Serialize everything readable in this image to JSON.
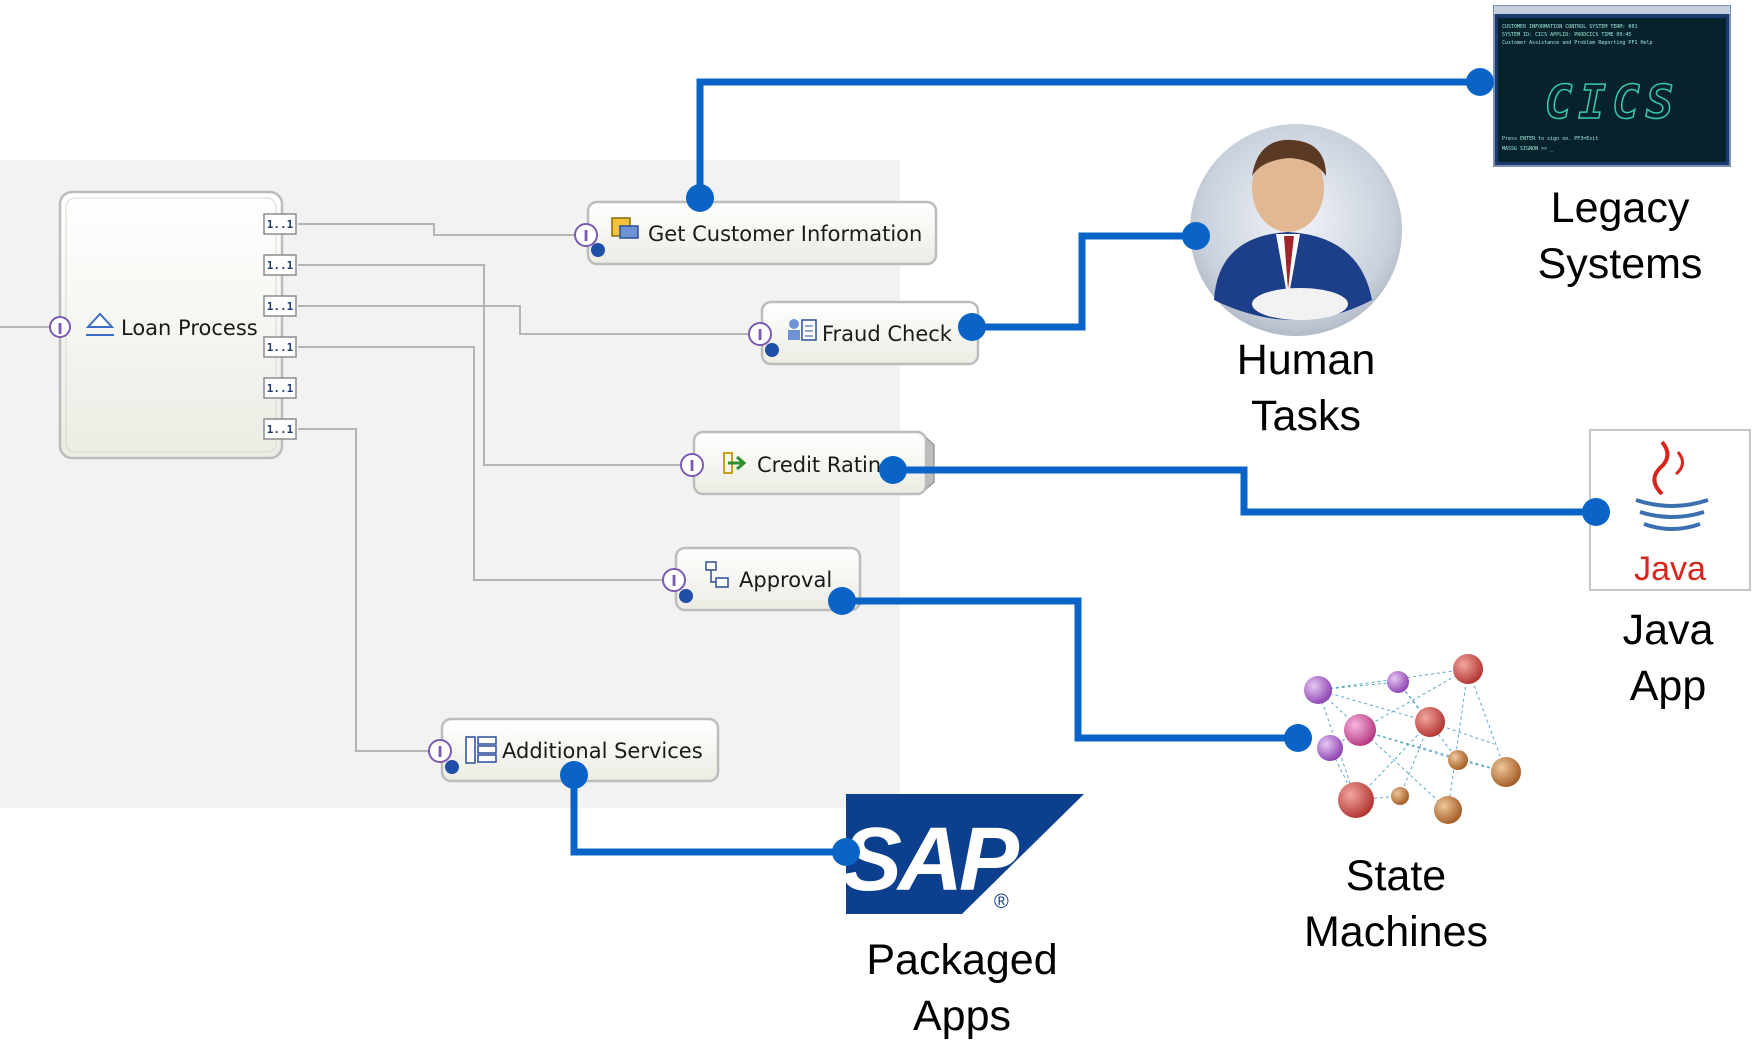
{
  "diagram": {
    "components": [
      {
        "id": "loan-process",
        "label": "Loan Process",
        "icon": "process-icon"
      },
      {
        "id": "get-customer-information",
        "label": "Get Customer Information",
        "icon": "java-component-icon"
      },
      {
        "id": "fraud-check",
        "label": "Fraud Check",
        "icon": "human-task-icon"
      },
      {
        "id": "credit-rating",
        "label": "Credit Ratin",
        "icon": "import-arrow-icon"
      },
      {
        "id": "approval",
        "label": "Approval",
        "icon": "state-machine-icon"
      },
      {
        "id": "additional-services",
        "label": "Additional Services",
        "icon": "adapter-icon"
      }
    ],
    "multiplicity_label": "1..1",
    "reference_count": 6,
    "interface_marker": "I",
    "externals": [
      {
        "id": "legacy-systems",
        "lines": [
          "Legacy",
          "Systems"
        ],
        "icon": "legacy-terminal-icon",
        "screen_text": "CICS"
      },
      {
        "id": "human-tasks",
        "lines": [
          "Human",
          "Tasks"
        ],
        "icon": "person-photo-icon"
      },
      {
        "id": "java-app",
        "lines": [
          "Java",
          "App"
        ],
        "icon": "java-logo-icon",
        "logo_text": "Java"
      },
      {
        "id": "state-machines",
        "lines": [
          "State",
          "Machines"
        ],
        "icon": "state-network-icon"
      },
      {
        "id": "packaged-apps",
        "lines": [
          "Packaged",
          "Apps"
        ],
        "icon": "sap-logo-icon",
        "logo_text": "SAP",
        "mark": "®"
      }
    ]
  },
  "colors": {
    "connector": "#0a64c8",
    "wire": "#b4b4b4",
    "component_border": "#bcbcbc",
    "component_fill": "#fafaf6",
    "canvas": "#f2f2f2",
    "interface_badge": "#7b5ab2",
    "sap_blue": "#0d3f8f",
    "java_red": "#d8261c"
  }
}
